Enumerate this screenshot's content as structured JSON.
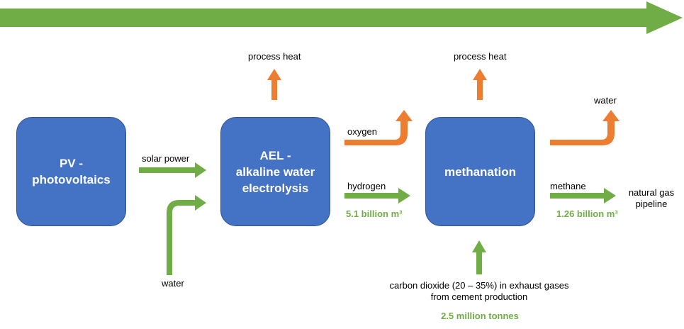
{
  "colors": {
    "green": "#70AD47",
    "orange": "#ED7D31",
    "box": "#4472C4",
    "box_border": "#2F528F",
    "box_text": "#FFFFFF",
    "text": "#000000"
  },
  "boxes": {
    "pv": {
      "line1": "PV -",
      "line2": "photovoltaics"
    },
    "ael": {
      "line1": "AEL -",
      "line2": "alkaline water",
      "line3": "electrolysis"
    },
    "meth": {
      "line1": "methanation"
    }
  },
  "labels": {
    "solar_power": "solar power",
    "water_in": "water",
    "process_heat_1": "process heat",
    "oxygen": "oxygen",
    "hydrogen": "hydrogen",
    "hydrogen_amount": "5.1 billion m³",
    "process_heat_2": "process heat",
    "water_out": "water",
    "methane": "methane",
    "methane_amount": "1.26 billion m³",
    "natural_gas_line1": "natural gas",
    "natural_gas_line2": "pipeline",
    "co2_line1": "carbon dioxide (20 – 35%) in exhaust gases",
    "co2_line2": "from cement production",
    "co2_amount": "2.5 million tonnes"
  }
}
